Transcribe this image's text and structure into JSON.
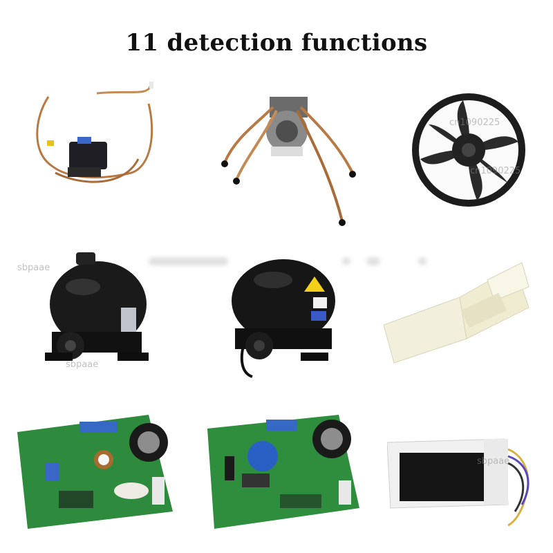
{
  "title": "11 detection functions",
  "watermarks": [
    "cn1090225",
    "cn1090225",
    "sbpaae",
    "sbpaae",
    "sbpaae"
  ],
  "colors": {
    "copper": "#b87a45",
    "compressor": "#1a1a1a",
    "pcb": "#2e8a3c",
    "plastic": "#f2f0dc"
  },
  "products": [
    {
      "name": "copper-valve-part"
    },
    {
      "name": "damper-motor-part"
    },
    {
      "name": "fan-part"
    },
    {
      "name": "compressor-part-1"
    },
    {
      "name": "compressor-part-2"
    },
    {
      "name": "plastic-duct-part"
    },
    {
      "name": "pcb-board-1"
    },
    {
      "name": "pcb-board-2"
    },
    {
      "name": "control-module-part"
    }
  ]
}
